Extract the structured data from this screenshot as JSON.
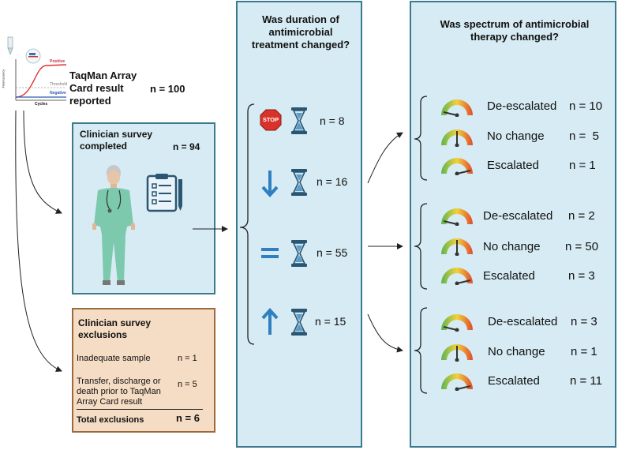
{
  "top": {
    "title": "TaqMan Array Card result reported",
    "count": "n = 100",
    "plot": {
      "ylabel": "Fluorescence",
      "xlabel": "Cycles",
      "positive": "Positive",
      "threshold": "Threshold",
      "negative": "Negative"
    }
  },
  "survey": {
    "title": "Clinician survey completed",
    "count": "n = 94"
  },
  "exclusions": {
    "title": "Clinician survey exclusions",
    "rows": [
      {
        "label": "Inadequate sample",
        "count": "n = 1"
      },
      {
        "label": "Transfer, discharge or death prior to TaqMan Array Card result",
        "count": "n = 5"
      }
    ],
    "total_label": "Total exclusions",
    "total_count": "n = 6"
  },
  "duration": {
    "title": "Was duration of antimicrobial treatment changed?",
    "rows": [
      {
        "icon": "stop-icon",
        "stop_text": "STOP",
        "count": "n = 8"
      },
      {
        "icon": "down-arrow-icon",
        "count": "n = 16"
      },
      {
        "icon": "equals-icon",
        "count": "n = 55"
      },
      {
        "icon": "up-arrow-icon",
        "count": "n = 15"
      }
    ]
  },
  "spectrum": {
    "title": "Was spectrum of antimicrobial therapy changed?",
    "groups": [
      {
        "rows": [
          {
            "label": "De-escalated",
            "count": "n = 10"
          },
          {
            "label": "No change",
            "count": "n =  5"
          },
          {
            "label": "Escalated",
            "count": "n = 1"
          }
        ]
      },
      {
        "rows": [
          {
            "label": "De-escalated",
            "count": "n = 2"
          },
          {
            "label": "No change",
            "count": "n = 50"
          },
          {
            "label": "Escalated",
            "count": "n = 3"
          }
        ]
      },
      {
        "rows": [
          {
            "label": "De-escalated",
            "count": "n = 3"
          },
          {
            "label": "No change",
            "count": "n = 1"
          },
          {
            "label": "Escalated",
            "count": "n = 11"
          }
        ]
      }
    ]
  },
  "colors": {
    "box_blue": "#d6ebf3",
    "box_blue_border": "#3b7a8e",
    "box_tan": "#f5dcc4",
    "box_tan_border": "#9a6a3c",
    "accent_blue": "#2f7fc1",
    "hourglass": "#2b5672",
    "stop_red": "#d9322b"
  }
}
